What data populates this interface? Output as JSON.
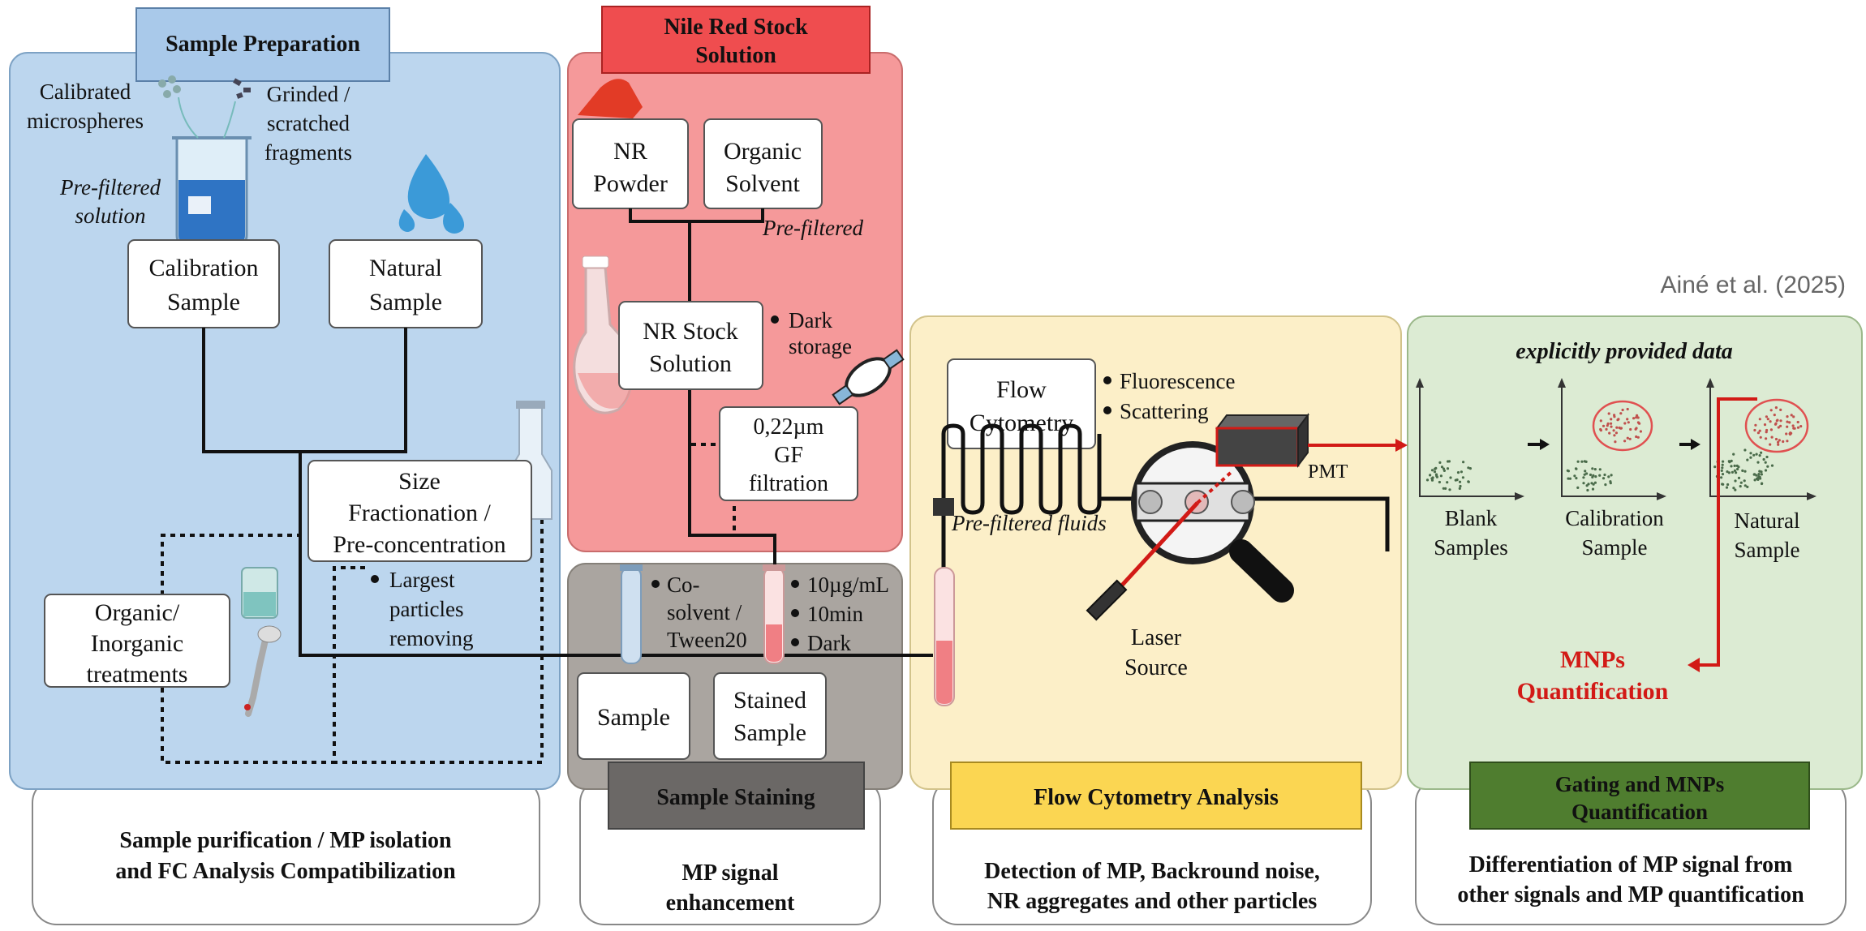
{
  "credit": "Ainé et al. (2025)",
  "colors": {
    "prep_bg": "#bcd6ee",
    "prep_header": "#a9c9ea",
    "nr_bg": "#f5999a",
    "nr_header": "#ef4d4f",
    "staining_bg": "#aaa5a0",
    "staining_header": "#6b6866",
    "fc_bg": "#fcefc8",
    "fc_header": "#fbd652",
    "gating_bg": "#dcebd3",
    "gating_header": "#4f7d2f",
    "accent_red": "#d21a16"
  },
  "sample_preparation": {
    "header": "Sample Preparation",
    "label_calibrated": [
      "Calibrated",
      "microspheres"
    ],
    "label_grinded": [
      "Grinded /",
      "scratched",
      "fragments"
    ],
    "label_prefiltered": [
      "Pre-filtered",
      "solution"
    ],
    "box_calibration": [
      "Calibration",
      "Sample"
    ],
    "box_natural": [
      "Natural",
      "Sample"
    ],
    "box_size": [
      "Size",
      "Fractionation /",
      "Pre-concentration"
    ],
    "bullet_largest": [
      "Largest",
      "particles",
      "removing"
    ],
    "box_organic": [
      "Organic/",
      "Inorganic",
      "treatments"
    ],
    "footer": [
      "Sample purification / MP isolation",
      "and FC Analysis Compatibilization"
    ]
  },
  "nile_red": {
    "header": [
      "Nile Red Stock",
      "Solution"
    ],
    "box_powder": [
      "NR",
      "Powder"
    ],
    "box_solvent": [
      "Organic",
      "Solvent"
    ],
    "label_prefiltered": "Pre-filtered",
    "box_stock": [
      "NR Stock",
      "Solution"
    ],
    "bullet_dark": [
      "Dark",
      "storage"
    ],
    "box_filtration": [
      "0,22µm",
      "GF",
      "filtration"
    ]
  },
  "sample_staining": {
    "header": "Sample Staining",
    "bullet_cosolvent": [
      "Co-",
      "solvent /",
      "Tween20"
    ],
    "bullets_conditions": [
      "10µg/mL",
      "10min",
      "Dark"
    ],
    "box_sample": "Sample",
    "box_stained": [
      "Stained",
      "Sample"
    ],
    "footer": [
      "MP signal",
      "enhancement"
    ]
  },
  "flow_cytometry": {
    "header": "Flow Cytometry Analysis",
    "box_fc": [
      "Flow",
      "Cytometry"
    ],
    "bullets": [
      "Fluorescence",
      "Scattering"
    ],
    "label_prefiltered_fluids": "Pre-filtered fluids",
    "label_pmt": "PMT",
    "label_laser": [
      "Laser",
      "Source"
    ],
    "footer": [
      "Detection of MP, Backround noise,",
      "NR aggregates and other particles"
    ]
  },
  "gating": {
    "header": [
      "Gating and MNPs",
      "Quantification"
    ],
    "title": "explicitly provided data",
    "plot_labels": [
      [
        "Blank",
        "Samples"
      ],
      [
        "Calibration",
        "Sample"
      ],
      [
        "Natural",
        "Sample"
      ]
    ],
    "result": [
      "MNPs",
      "Quantification"
    ],
    "footer": [
      "Differentiation of MP signal from",
      "other signals and MP quantification"
    ]
  }
}
